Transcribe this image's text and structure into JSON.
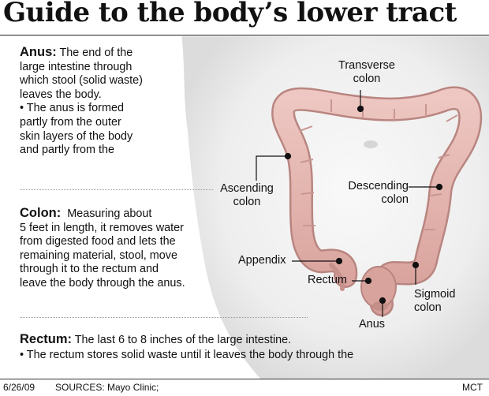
{
  "title": "Guide to the body’s lower tract",
  "anus_section": {
    "heading": "Anus:",
    "lines": [
      "The end of the",
      "large intestine through",
      "which stool (solid waste)",
      "leaves the body.",
      "• The anus is formed",
      "partly from the outer",
      "skin layers of the body",
      "and partly from the"
    ]
  },
  "colon_section": {
    "heading": "Colon:",
    "lines": [
      "Measuring about",
      "5 feet in length, it removes water",
      "from digested food and lets the",
      "remaining material, stool, move",
      "through it to the rectum and",
      "leave the body through the anus."
    ]
  },
  "rectum_section": {
    "heading": "Rectum:",
    "lines": [
      "The last 6 to 8 inches of the large intestine.",
      "• The rectum stores solid waste until it leaves the body through the"
    ]
  },
  "labels": {
    "transverse": [
      "Transverse",
      "colon"
    ],
    "ascending": [
      "Ascending",
      "colon"
    ],
    "descending": [
      "Descending",
      "colon"
    ],
    "appendix": "Appendix",
    "rectum": "Rectum",
    "sigmoid": [
      "Sigmoid",
      "colon"
    ],
    "anus": "Anus"
  },
  "footer": {
    "date": "6/26/09",
    "sources": "SOURCES: Mayo Clinic;",
    "credit": "MCT"
  },
  "colors": {
    "colon_fill": "#e8b9b4",
    "colon_edge": "#c08a86",
    "body_shade": "#ececec"
  }
}
